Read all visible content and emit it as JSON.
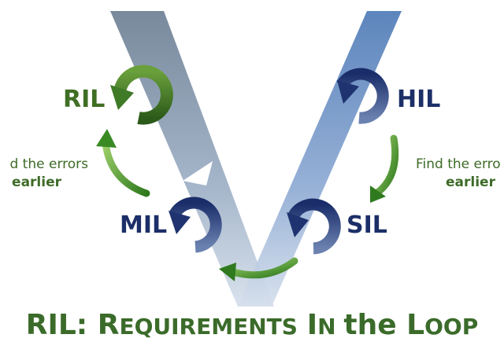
{
  "loops": [
    {
      "name": "RIL",
      "color": "#3f6f24"
    },
    {
      "name": "HIL",
      "color": "#1c2f68"
    },
    {
      "name": "MIL",
      "color": "#1c2f68"
    },
    {
      "name": "SIL",
      "color": "#1c2f68"
    }
  ],
  "notes": {
    "left": {
      "line1": "d the errors",
      "line2": "earlier"
    },
    "right": {
      "line1": "Find the erro",
      "line2": "earlier"
    }
  },
  "title": {
    "prefix": "RIL: ",
    "w1_cap": "R",
    "w1_rest": "EQUIREMENTS",
    "w2_cap": "I",
    "w2_rest": "N ",
    "w3": "the ",
    "w4_cap": "L",
    "w4_rest": "OOP"
  },
  "colors": {
    "green": "#3b6b2a",
    "navy": "#1c2f68"
  }
}
